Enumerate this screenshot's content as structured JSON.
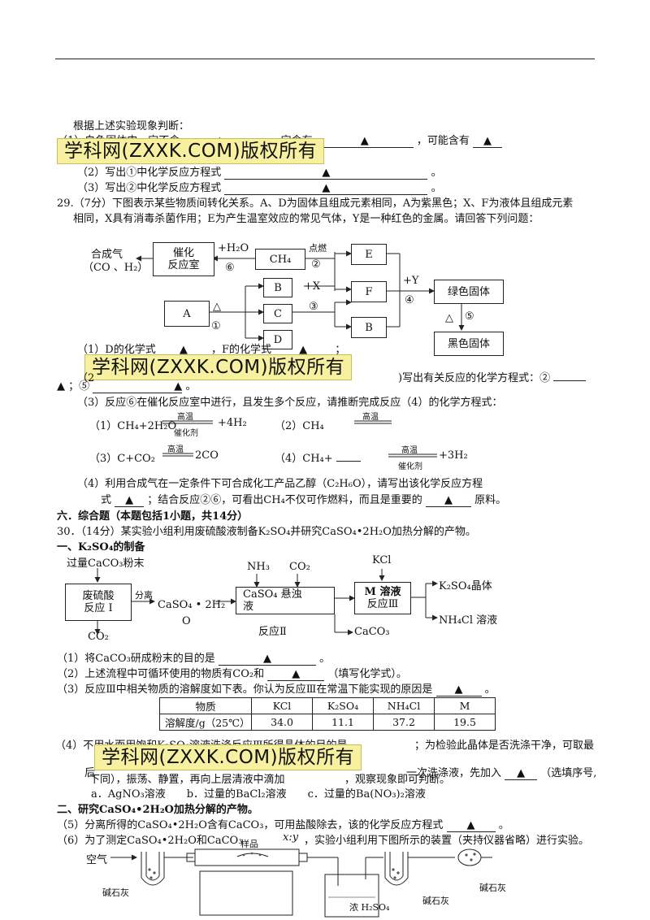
{
  "q28": {
    "judge": "根据上述实验现象判断：",
    "l1a": "（1）白色固体中一定不含",
    "l1b": "▲",
    "l1c": "，一定含有",
    "l1d": "▲",
    "l1e": "，可能含有",
    "l1f": "▲",
    "l2a": "（2）写出①中化学反应方程式",
    "l2b": "▲",
    "l2c": "。",
    "l3a": "（3）写出②中化学反应方程式",
    "l3b": "▲",
    "l3c": "。"
  },
  "watermark": "学科网(ZXXK.COM)版权所有",
  "q29": {
    "stem1": "29.（7分）下图表示某些物质间转化关系。A、D为固体且组成元素相同，A为紫黑色；X、F为液体且组成元素",
    "stem2": "相同，X具有消毒杀菌作用；E为产生温室效应的常见气体，Y是一种红色的金属。请回答下列问题：",
    "diagram": {
      "syngas_1": "合成气",
      "syngas_2": "（CO 、H₂）",
      "reactor_1": "催化",
      "reactor_2": "反应室",
      "h2o": "+H₂O",
      "six": "⑥",
      "ch4": "CH₄",
      "ignite": "点燃",
      "two": "②",
      "e": "E",
      "f": "F",
      "b": "B",
      "b2": "B",
      "x": "+X",
      "a": "A",
      "heat": "△",
      "one": "①",
      "c": "C",
      "three": "③",
      "d": "D",
      "y": "+Y",
      "four": "④",
      "green": "绿色固体",
      "heat2": "△",
      "five": "⑤",
      "black": "黑色固体"
    },
    "p1a": "（1）D的化学式",
    "p1b": "▲",
    "p1c": "，F的化学式",
    "p1d": "▲",
    "p1e": "；",
    "p2a": "（2",
    "p2b": ")写出有关反应的化学方程式：②",
    "p2c": "▲",
    "p2d": "；⑤",
    "p2e": "▲",
    "p2f": "。",
    "p3": "（3）反应⑥在催化反应室中进行，且发生多个反应，请推断完成反应（4）的化学方程式：",
    "r1a": "（1）CH₄+2H₂O",
    "r1b": "+4H₂",
    "r1top": "高温",
    "r1bot": "催化剂",
    "r2a": "（2）CH₄",
    "r2top": "高温",
    "r3a": "（3）C+CO₂",
    "r3top": "高温",
    "r3b": "2CO",
    "r4a": "（4）CH₄+",
    "r4top": "高温",
    "r4bot": "催化剂",
    "r4b": "+3H₂",
    "p4a": "（4）利用合成气在一定条件下可合成化工产品乙醇（C₂H₆O），请写出该化学反应方程",
    "p4b": "式",
    "p4c": "▲",
    "p4d": "；结合反应②⑥，可看出CH₄不仅可作燃料，而且是重要的",
    "p4e": "▲",
    "p4f": "原料。"
  },
  "sec6": "六．综合题（本题包括1小题，共14分）",
  "q30": {
    "stem": "30．（14分）某实验小组利用废硫酸液制备K₂SO₄并研究CaSO₄•2H₂O加热分解的产物。",
    "partA": "一、K₂SO₄的制备",
    "flow": {
      "caco3": "过量CaCO₃粉末",
      "waste_1": "废硫酸",
      "waste_2": "反应 Ⅰ",
      "sep": "分离",
      "caso4_1": "CaSO₄ • 2H₂",
      "caso4_2": "O",
      "co2_down": "CO₂",
      "nh3": "NH₃",
      "co2": "CO₂",
      "susp_1": "CaSO₄ 悬浊",
      "susp_2": "液",
      "rxn2": "反应Ⅱ",
      "kcl": "KCl",
      "m_1": "M 溶液",
      "m_2": "反应Ⅲ",
      "k2so4": "K₂SO₄晶体",
      "nh4cl": "NH₄Cl 溶液",
      "caco3_out": "CaCO₃"
    },
    "q1a": "（1）将CaCO₃研成粉末的目的是",
    "q1b": "▲",
    "q1c": "。",
    "q2a": "（2）上述流程中可循环使用的物质有CO₂和",
    "q2b": "▲",
    "q2c": "（填写化学式）。",
    "q3a": "（3）反应Ⅲ中相关物质的溶解度如下表。你认为反应Ⅲ在常温下能实现的原因是",
    "q3b": "▲",
    "q3c": "。",
    "table": {
      "header": [
        "物质",
        "KCl",
        "K₂SO₄",
        "NH₄Cl",
        "M"
      ],
      "row": [
        "溶解度/g（25℃）",
        "34.0",
        "11.1",
        "37.2",
        "19.5"
      ]
    },
    "q4a": "（4）不用水而用饱和K₂SO₄溶液洗涤反应Ⅲ所得晶体的目的是",
    "q4b": "；为检验此晶体是否洗涤干净，可取最",
    "q4c": "后",
    "q4d": "下同），振荡、静置，再向上层清液中滴加",
    "q4e": "一次洗涤液，先加入",
    "q4f": "▲",
    "q4g": "（选填序号,",
    "q4h": "，观察现象即可判断。",
    "opts": "a．AgNO₃溶液　　b．过量的BaCl₂溶液　　c．过量的Ba(NO₃)₂溶液",
    "partB": "二、研究CaSO₄•2H₂O加热分解的产物。",
    "q5a": "（5）分离所得的CaSO₄•2H₂O含有CaCO₃，可用盐酸除去，该的化学反应方程式",
    "q5b": "▲",
    "q5c": "。",
    "q6a": "（6）为了测定CaSO₄•2H₂O和CaCO₃",
    "q6b": "x:y",
    "q6c": "，实验小组利用下图所示的装置（夹持仪器省略）进行实验。",
    "app": {
      "air": "空气",
      "sample": "样品",
      "soda1": "碱石灰",
      "h2so4": "浓 H₂SO₄",
      "soda2": "碱石灰",
      "soda3": "碱石灰"
    }
  }
}
